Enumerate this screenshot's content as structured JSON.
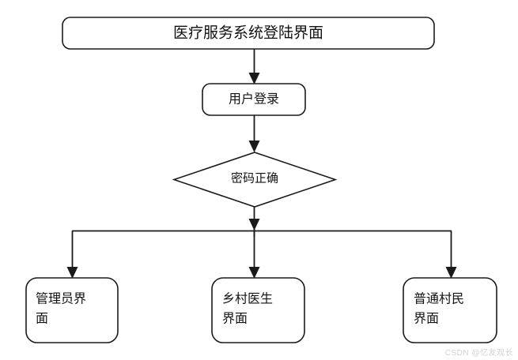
{
  "diagram": {
    "kind": "flowchart",
    "background_color": "#ffffff",
    "stroke_color": "#1a1a1a",
    "text_color": "#121212",
    "nodes": {
      "title": {
        "label": "医疗服务系统登陆界面",
        "shape": "rounded-rectangle"
      },
      "login": {
        "label": "用户登录",
        "shape": "rounded-rectangle"
      },
      "decision": {
        "label": "密码正确",
        "shape": "diamond"
      },
      "admin": {
        "line1": "管理员界",
        "line2": "面",
        "shape": "rounded-rectangle"
      },
      "doctor": {
        "line1": "乡村医生",
        "line2": "界面",
        "shape": "rounded-rectangle"
      },
      "villager": {
        "line1": "普通村民",
        "line2": "界面",
        "shape": "rounded-rectangle"
      }
    },
    "watermark": {
      "text": "CSDN @忆友观长"
    }
  }
}
